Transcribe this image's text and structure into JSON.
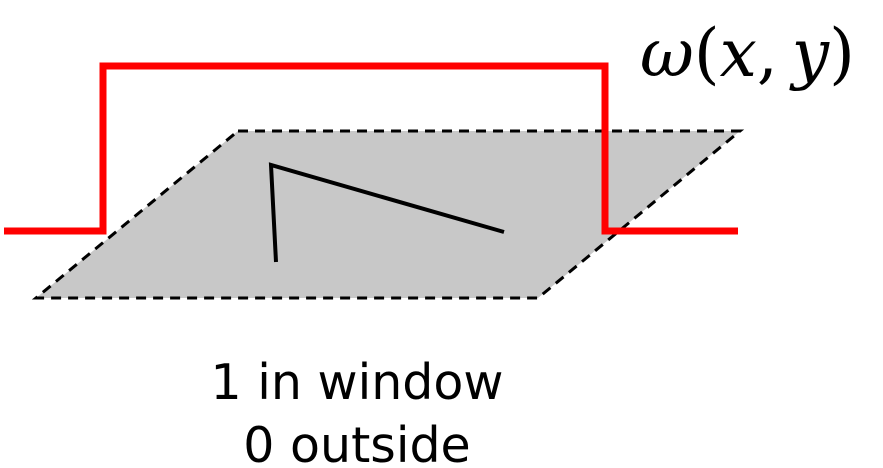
{
  "formula": {
    "omega": "ω",
    "open_paren": "(",
    "x": "x",
    "comma": ",",
    "y": "y",
    "close_paren": ")"
  },
  "caption": {
    "line1": "1 in window",
    "line2": "0 outside"
  },
  "colors": {
    "window_function": "#ff0000",
    "plane_fill": "#c8c8c8",
    "plane_border": "#000000",
    "feature": "#000000",
    "text": "#000000"
  }
}
